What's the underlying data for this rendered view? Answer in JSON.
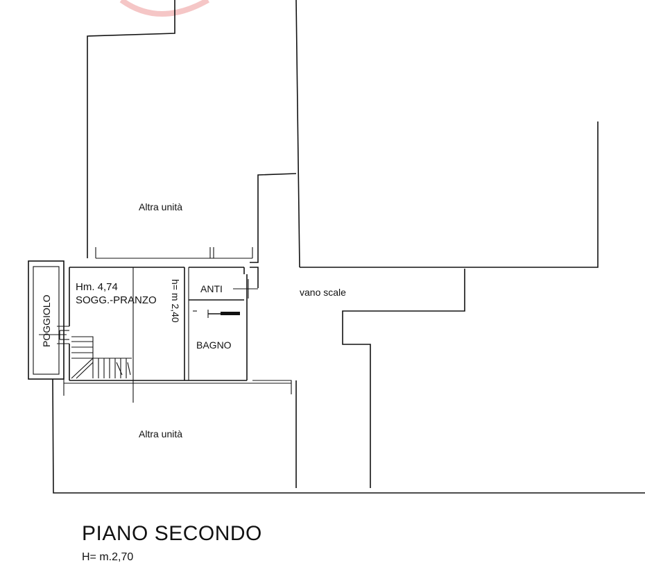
{
  "colors": {
    "line": "#111111",
    "background": "#ffffff",
    "watermark": "#f5c6c6"
  },
  "rooms": {
    "altra_unita_top": "Altra unità",
    "altra_unita_bottom": "Altra unità",
    "vano_scale": "vano scale",
    "soggiorno_height": "Hm. 4,74",
    "soggiorno_name": "SOGG.-PRANZO",
    "room_height_vertical": "h= m 2,40",
    "anti": "ANTI",
    "bagno": "BAGNO",
    "poggiolo": "POGGIOLO"
  },
  "footer": {
    "title": "PIANO SECONDO",
    "height": "H= m.2,70"
  }
}
